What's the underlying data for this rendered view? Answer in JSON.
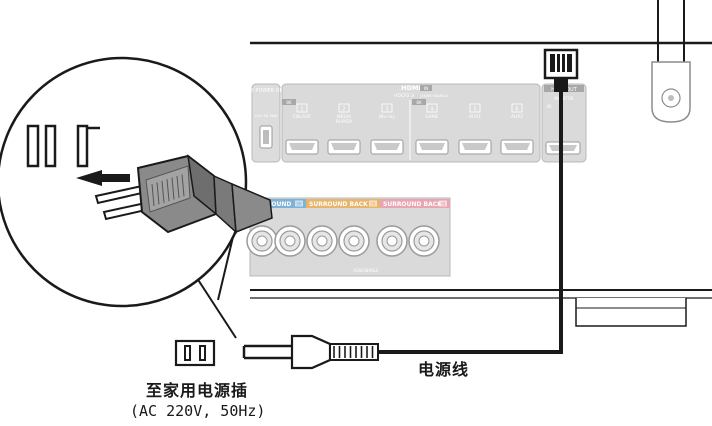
{
  "panel": {
    "usb_label": "USB POWER ONLY",
    "usb_rating": "5V/1.5A MAX",
    "hdmi_title": "HDMI",
    "hdmi_in_badge": "IN",
    "hdmi_sub": "HDCP2.3",
    "hdmi_sub_note": "(4K/8K ENABLE)",
    "badge_8k": "8K",
    "badge_4k": "4K",
    "inputs": [
      {
        "num": "1",
        "name": "CBL/SAT"
      },
      {
        "num": "2",
        "name": "MEDIA PLAYER"
      },
      {
        "num": "3",
        "name": "Blu-ray"
      },
      {
        "num": "4",
        "name": "GAME"
      },
      {
        "num": "5",
        "name": "AUX1"
      },
      {
        "num": "6",
        "name": "AUX2"
      }
    ],
    "monitor_label": "HDMI OUT",
    "monitor_sub": "MONITOR",
    "speaker_groups": [
      {
        "name": "SURROUND",
        "badge": "SR",
        "color": "#7fb2d8"
      },
      {
        "name": "SURROUND BACK",
        "badge": "SB",
        "color": "#e8b56b"
      },
      {
        "name": "SURROUND BACK",
        "badge": "SB",
        "color": "#e9a5b2"
      }
    ],
    "speaker_caption": "ASSIGNABLE",
    "panel_color": "#d6d6d6",
    "line_color": "#1a1a1a"
  },
  "labels": {
    "outlet_name": "至家用电源插",
    "outlet_spec": "(AC 220V, 50Hz)",
    "cord_name": "电源线"
  },
  "icons": [
    "wall-outlet-icon",
    "insert-arrow-icon",
    "power-plug-icon",
    "antenna-icon"
  ]
}
